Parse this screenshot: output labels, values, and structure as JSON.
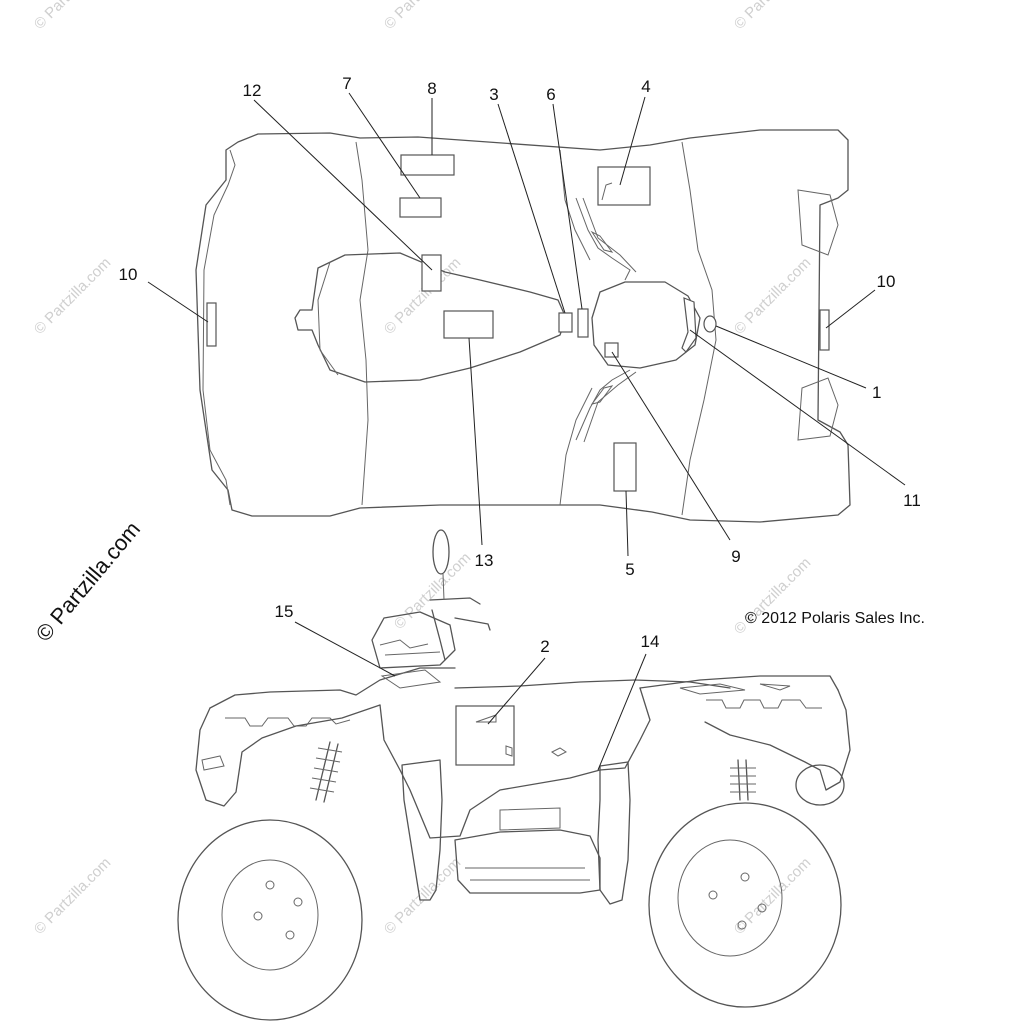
{
  "callouts": [
    "1",
    "2",
    "3",
    "4",
    "5",
    "6",
    "7",
    "8",
    "9",
    "10",
    "11",
    "12",
    "13",
    "14",
    "15"
  ],
  "copyright": "© 2012 Polaris Sales Inc.",
  "brand_mark": "© Partzilla.com",
  "watermark": "© Partzilla.com",
  "icons": {
    "copyright_symbol": "copyright-icon"
  }
}
